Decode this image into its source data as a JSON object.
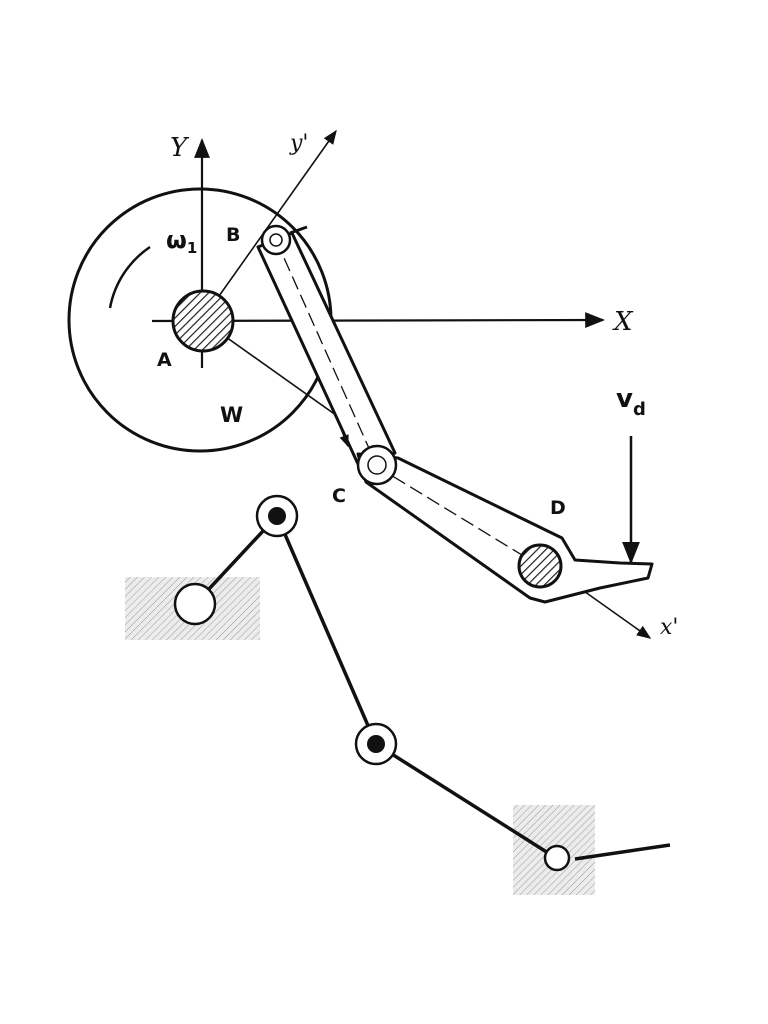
{
  "figure": {
    "axis_labels": {
      "x": "X",
      "y": "Y",
      "x_prime": "x'",
      "y_prime": "y'"
    },
    "point_labels": {
      "a": "A",
      "b": "B",
      "c": "C",
      "d": "D"
    },
    "wheel_label": "W",
    "angular_velocity_label": "ω",
    "angular_velocity_subscript": "1",
    "velocity_label": "v",
    "velocity_subscript": "d"
  }
}
